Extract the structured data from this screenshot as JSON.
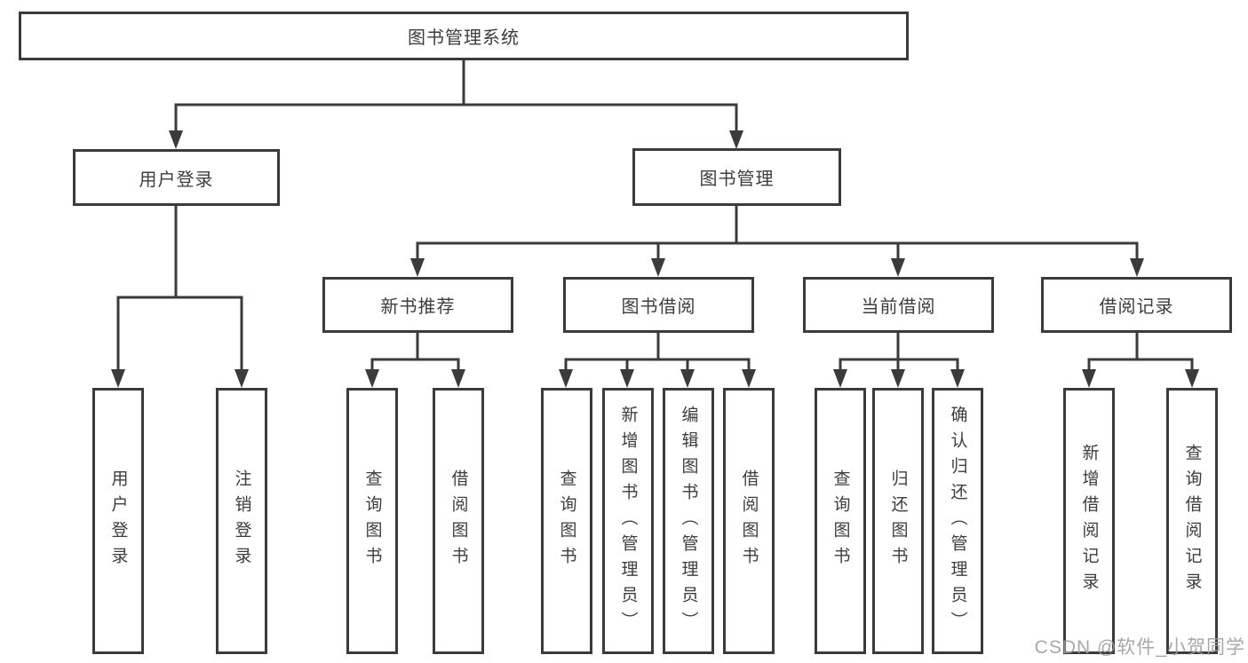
{
  "diagram": {
    "watermark": "CSDN @软件_小贺同学",
    "colors": {
      "line": "#3b3b3b",
      "box_border": "#3b3b3b",
      "text": "#3d3d3d",
      "watermark": "#9e9e9e",
      "background": "#ffffff"
    },
    "root": {
      "label": "图书管理系统"
    },
    "level2": [
      {
        "label": "用户登录"
      },
      {
        "label": "图书管理"
      }
    ],
    "level3": [
      {
        "label": "新书推荐"
      },
      {
        "label": "图书借阅"
      },
      {
        "label": "当前借阅"
      },
      {
        "label": "借阅记录"
      }
    ],
    "leaves": {
      "user_login": [
        {
          "label": "用户登录"
        },
        {
          "label": "注销登录"
        }
      ],
      "new_book": [
        {
          "label": "查询图书"
        },
        {
          "label": "借阅图书"
        }
      ],
      "book_borrow": [
        {
          "label": "查询图书"
        },
        {
          "label": "新增图书（管理员）"
        },
        {
          "label": "编辑图书（管理员）"
        },
        {
          "label": "借阅图书"
        }
      ],
      "current_borrow": [
        {
          "label": "查询图书"
        },
        {
          "label": "归还图书"
        },
        {
          "label": "确认归还（管理员）"
        }
      ],
      "borrow_record": [
        {
          "label": "新增借阅记录"
        },
        {
          "label": "查询借阅记录"
        }
      ]
    }
  }
}
